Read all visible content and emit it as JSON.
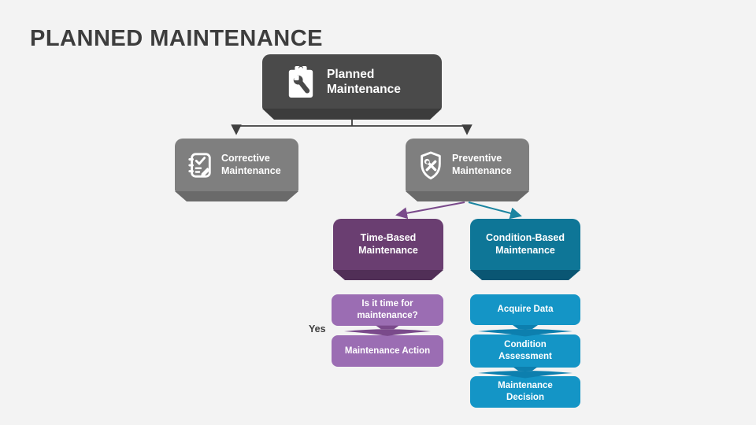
{
  "slide": {
    "title": "PLANNED MAINTENANCE",
    "background_color": "#f3f3f3",
    "title_color": "#3d3d3d"
  },
  "diagram": {
    "root": {
      "label": "Planned Maintenance",
      "icon": "clipboard-wrench-icon",
      "fill": "#4a4a4a",
      "tail_fill": "#3c3c3c"
    },
    "level2": [
      {
        "label": "Corrective Maintenance",
        "icon": "notebook-check-icon",
        "fill": "#7f7f7f",
        "tail_fill": "#6a6a6a"
      },
      {
        "label": "Preventive Maintenance",
        "icon": "shield-tools-icon",
        "fill": "#7f7f7f",
        "tail_fill": "#6a6a6a"
      }
    ],
    "level3": [
      {
        "label": "Time-Based Maintenance",
        "fill": "#6a3e71",
        "tail_fill": "#512f57"
      },
      {
        "label": "Condition-Based Maintenance",
        "fill": "#0e7697",
        "tail_fill": "#0a5673"
      }
    ],
    "time_based_flow": {
      "branch_label": "Yes",
      "steps": [
        {
          "label": "Is it time for maintenance?"
        },
        {
          "label": "Maintenance Action"
        }
      ],
      "step_fill": "#9b6db3",
      "arrow_fill": "#7a4a8b"
    },
    "condition_based_flow": {
      "steps": [
        {
          "label": "Acquire Data"
        },
        {
          "label": "Condition Assessment"
        },
        {
          "label": "Maintenance Decision"
        }
      ],
      "step_fill": "#1495c6",
      "arrow_fill": "#0d7fae"
    },
    "connectors": {
      "tree_color": "#3f3f3f",
      "time_based_branch_color": "#7a4a8b",
      "condition_based_branch_color": "#1a84a0"
    }
  }
}
